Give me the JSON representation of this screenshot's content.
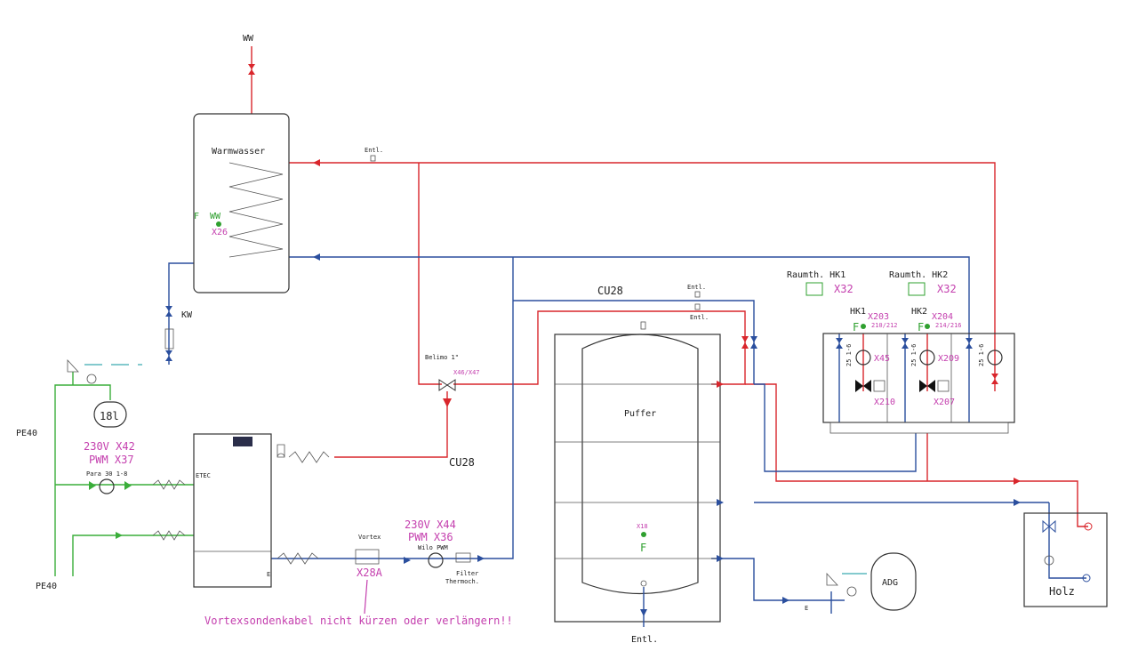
{
  "colors": {
    "hot": "#d9262c",
    "cold": "#2b4f9e",
    "glycol": "#3aae3a",
    "label": "#222222",
    "sensor": "#2fa02f",
    "terminal": "#c43fae",
    "teal": "#3aaab0"
  },
  "labels": {
    "ww_top": "WW",
    "warmwasser": "Warmwasser",
    "ww_sensor": "WW",
    "ww_sensor_f": "F",
    "x26": "X26",
    "kw": "KW",
    "entl_top": "Entl.",
    "entl_mid1": "Entl.",
    "entl_mid2": "Entl.",
    "entl_bottom": "Entl.",
    "cu28_top": "CU28",
    "cu28_boiler": "CU28",
    "pe40_top": "PE40",
    "pe40_bottom": "PE40",
    "vessel_18l": "18l",
    "boiler_230v": "230V X42",
    "boiler_pwm": "PWM X37",
    "para_pump": "Para 30 1-8",
    "belimo": "Belimo 1\"",
    "belimo_terms": "X46/X47",
    "puffer": "Puffer",
    "x18": "X18",
    "puffer_f": "F",
    "adg": "ADG",
    "holz": "Holz",
    "vortex": "Vortex",
    "x28a": "X28A",
    "wilo_230v": "230V X44",
    "wilo_pwm": "PWM X36",
    "wilo_pwm_label": "Wilo PWM",
    "filter": "Filter",
    "thermoch": "Thermoch.",
    "vortex_note": "Vortexsondenkabel nicht kürzen oder verlängern!!",
    "raumth_hk1": "Raumth. HK1",
    "raumth_hk2": "Raumth. HK2",
    "x32_1": "X32",
    "x32_2": "X32",
    "hk1": "HK1",
    "hk2": "HK2",
    "x203": "X203",
    "x203_sub": "210/212",
    "x204": "X204",
    "x204_sub": "214/216",
    "hk1_f": "F",
    "hk2_f": "F",
    "x45": "X45",
    "x209": "X209",
    "x210": "X210",
    "x207": "X207",
    "pump1_vert": "25 1-6",
    "pump2_vert": "25 1-6",
    "pump3_vert": "25 1-6",
    "boiler_brand": "ETEC"
  }
}
